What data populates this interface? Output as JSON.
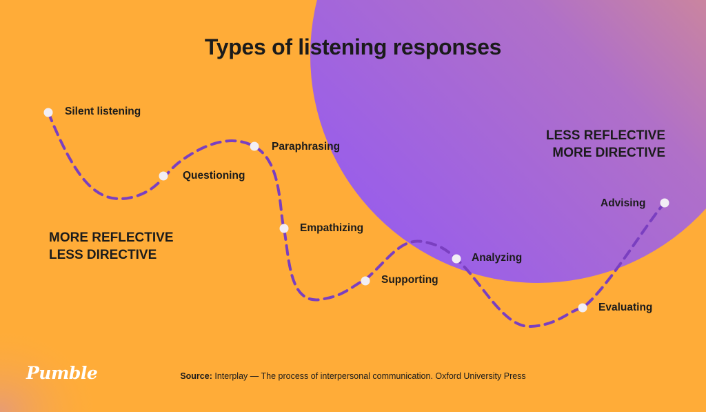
{
  "title": "Types of listening responses",
  "colors": {
    "background": "#FFAC38",
    "circle_purple": "#9B5CF0",
    "circle_pink": "#E99A70",
    "curve": "#7A3FC0",
    "dot": "#F2EEF5"
  },
  "left_zone": {
    "line1": "MORE REFLECTIVE",
    "line2": "LESS DIRECTIVE"
  },
  "right_zone": {
    "line1": "LESS REFLECTIVE",
    "line2": "MORE DIRECTIVE"
  },
  "nodes": [
    {
      "id": "silent",
      "label": "Silent listening"
    },
    {
      "id": "questioning",
      "label": "Questioning"
    },
    {
      "id": "paraphrasing",
      "label": "Paraphrasing"
    },
    {
      "id": "empathizing",
      "label": "Empathizing"
    },
    {
      "id": "supporting",
      "label": "Supporting"
    },
    {
      "id": "analyzing",
      "label": "Analyzing"
    },
    {
      "id": "evaluating",
      "label": "Evaluating"
    },
    {
      "id": "advising",
      "label": "Advising"
    }
  ],
  "source": {
    "prefix": "Source:",
    "text": "Interplay — The process of interpersonal communication. Oxford University Press"
  },
  "logo": "Pumble"
}
